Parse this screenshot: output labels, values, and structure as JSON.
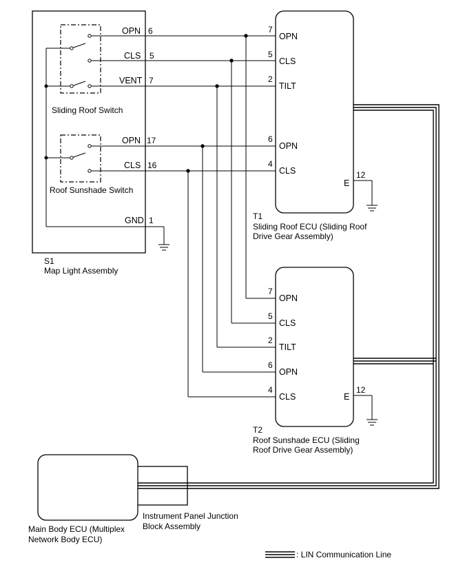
{
  "map_light": {
    "code": "S1",
    "name": "Map Light Assembly",
    "sliding_switch_label": "Sliding Roof Switch",
    "sunshade_switch_label": "Roof Sunshade Switch",
    "pins": [
      {
        "name": "OPN",
        "num": "6"
      },
      {
        "name": "CLS",
        "num": "5"
      },
      {
        "name": "VENT",
        "num": "7"
      },
      {
        "name": "OPN",
        "num": "17"
      },
      {
        "name": "CLS",
        "num": "16"
      },
      {
        "name": "GND",
        "num": "1"
      }
    ]
  },
  "ecu_t1": {
    "code": "T1",
    "name_line1": "Sliding Roof ECU (Sliding Roof",
    "name_line2": "Drive Gear Assembly)",
    "pins": [
      {
        "name": "OPN",
        "num": "7"
      },
      {
        "name": "CLS",
        "num": "5"
      },
      {
        "name": "TILT",
        "num": "2"
      },
      {
        "name": "OPN",
        "num": "6"
      },
      {
        "name": "CLS",
        "num": "4"
      }
    ],
    "ground": {
      "name": "E",
      "num": "12"
    }
  },
  "ecu_t2": {
    "code": "T2",
    "name_line1": "Roof Sunshade ECU (Sliding",
    "name_line2": "Roof Drive Gear Assembly)",
    "pins": [
      {
        "name": "OPN",
        "num": "7"
      },
      {
        "name": "CLS",
        "num": "5"
      },
      {
        "name": "TILT",
        "num": "2"
      },
      {
        "name": "OPN",
        "num": "6"
      },
      {
        "name": "CLS",
        "num": "4"
      }
    ],
    "ground": {
      "name": "E",
      "num": "12"
    }
  },
  "main_body_ecu": {
    "line1": "Main Body ECU (Multiplex",
    "line2": "Network Body ECU)"
  },
  "junction_block": {
    "line1": "Instrument Panel Junction",
    "line2": "Block Assembly"
  },
  "legend": {
    "label": ": LIN Communication Line"
  }
}
